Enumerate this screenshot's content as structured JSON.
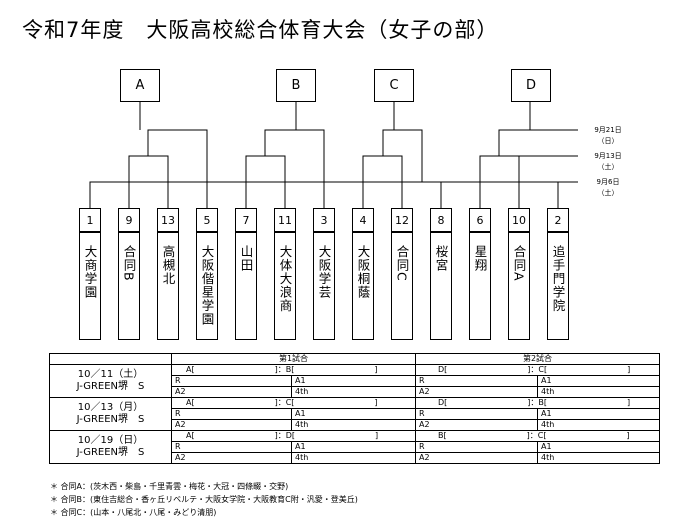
{
  "title": "令和7年度　大阪高校総合体育大会（女子の部）",
  "groups": [
    "A",
    "B",
    "C",
    "D"
  ],
  "teams": [
    {
      "seed": "1",
      "name": "大商学園"
    },
    {
      "seed": "9",
      "name": "合同B"
    },
    {
      "seed": "13",
      "name": "高槻北"
    },
    {
      "seed": "5",
      "name": "大阪偕星学園"
    },
    {
      "seed": "7",
      "name": "山田"
    },
    {
      "seed": "11",
      "name": "大体大浪商"
    },
    {
      "seed": "3",
      "name": "大阪学芸"
    },
    {
      "seed": "4",
      "name": "大阪桐蔭"
    },
    {
      "seed": "12",
      "name": "合同C"
    },
    {
      "seed": "8",
      "name": "桜宮"
    },
    {
      "seed": "6",
      "name": "星翔"
    },
    {
      "seed": "10",
      "name": "合同A"
    },
    {
      "seed": "2",
      "name": "追手門学院"
    }
  ],
  "round_dates": [
    {
      "date": "9月21日",
      "day": "（日）"
    },
    {
      "date": "9月13日",
      "day": "（土）"
    },
    {
      "date": "9月6日",
      "day": "（土）"
    }
  ],
  "schedule": {
    "match1_header": "第1試合",
    "match2_header": "第2試合",
    "days": [
      {
        "date": "10／11（土）",
        "venue": "J-GREEN堺　S",
        "m1": {
          "match": "A[　　　　　　　　　　]：B[　　　　　　　　　　]",
          "r": "R",
          "a1": "A1",
          "a2": "A2",
          "fourth": "4th"
        },
        "m2": {
          "match": "D[　　　　　　　　　　]：C[　　　　　　　　　　]",
          "r": "R",
          "a1": "A1",
          "a2": "A2",
          "fourth": "4th"
        }
      },
      {
        "date": "10／13（月）",
        "venue": "J-GREEN堺　S",
        "m1": {
          "match": "A[　　　　　　　　　　]：C[　　　　　　　　　　]",
          "r": "R",
          "a1": "A1",
          "a2": "A2",
          "fourth": "4th"
        },
        "m2": {
          "match": "D[　　　　　　　　　　]：B[　　　　　　　　　　]",
          "r": "R",
          "a1": "A1",
          "a2": "A2",
          "fourth": "4th"
        }
      },
      {
        "date": "10／19（日）",
        "venue": "J-GREEN堺　S",
        "m1": {
          "match": "A[　　　　　　　　　　]：D[　　　　　　　　　　]",
          "r": "R",
          "a1": "A1",
          "a2": "A2",
          "fourth": "4th"
        },
        "m2": {
          "match": "B[　　　　　　　　　　]：C[　　　　　　　　　　]",
          "r": "R",
          "a1": "A1",
          "a2": "A2",
          "fourth": "4th"
        }
      }
    ]
  },
  "notes": [
    "＊ 合同A：(茨木西・柴島・千里青雲・梅花・大冠・四條畷・交野)",
    "＊ 合同B：(東住吉総合・香ヶ丘リベルテ・大阪女学院・大阪教育C附・汎愛・登美丘)",
    "＊ 合同C：(山本・八尾北・八尾・みどり清朋)"
  ]
}
